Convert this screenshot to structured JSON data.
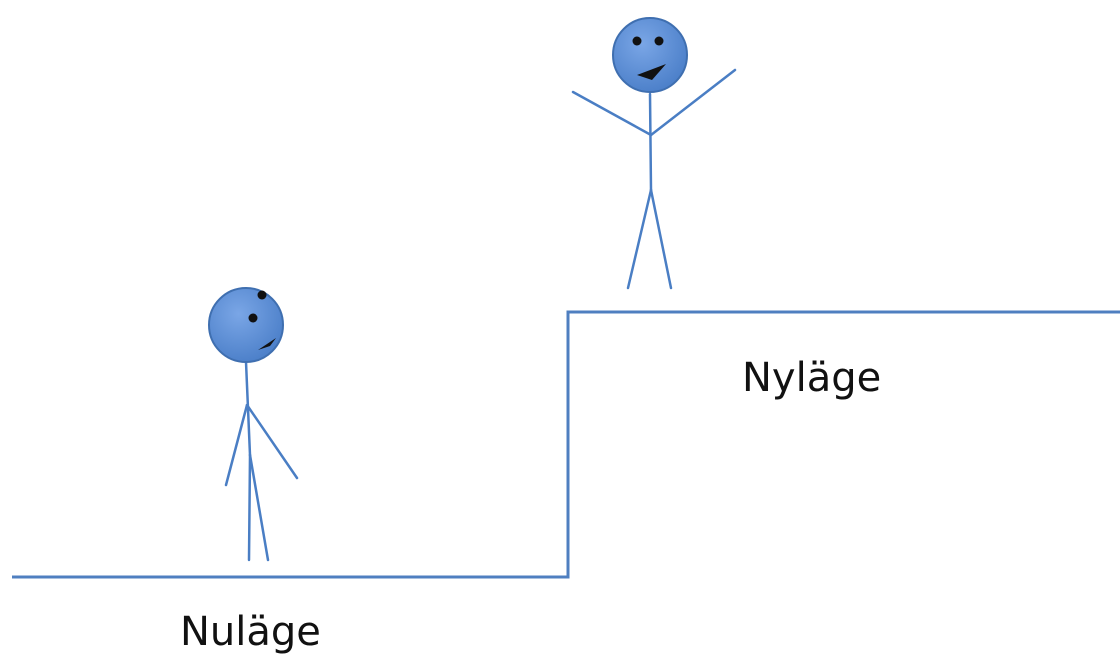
{
  "labels": {
    "current_state": "Nuläge",
    "future_state": "Nyläge"
  },
  "colors": {
    "line": "#4f7fc0",
    "figure_fill": "#5b8fd9",
    "figure_stroke": "#3f6fb0",
    "figure_limbs": "#4a7ec4",
    "features": "#111111",
    "text": "#111111"
  },
  "figures": [
    {
      "name": "current-state-figure",
      "mood": "uncertain",
      "pose": "standing"
    },
    {
      "name": "future-state-figure",
      "mood": "happy",
      "pose": "arms-raised"
    }
  ]
}
